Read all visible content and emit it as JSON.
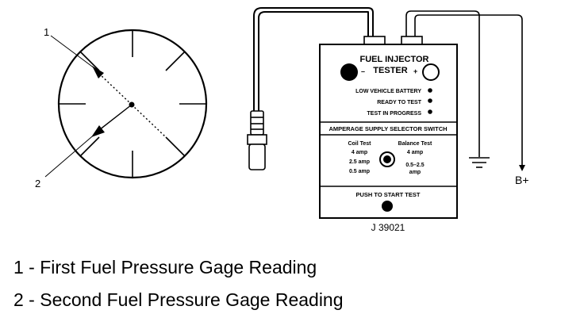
{
  "callouts": {
    "one": "1",
    "two": "2"
  },
  "tester": {
    "title_line1": "FUEL INJECTOR",
    "title_line2": "TESTER",
    "minus": "–",
    "plus": "+",
    "status_items": [
      "LOW VEHICLE BATTERY",
      "READY TO TEST",
      "TEST IN PROGRESS"
    ],
    "selector_header": "AMPERAGE SUPPLY SELECTOR SWITCH",
    "coil_test": {
      "label": "Coil Test",
      "values": [
        "4 amp",
        "2.5 amp",
        "0.5 amp"
      ]
    },
    "balance_test": {
      "label": "Balance Test",
      "values": [
        "4 amp",
        "0.5–2.5",
        "amp"
      ]
    },
    "push_label": "PUSH TO START TEST",
    "part_number": "J 39021"
  },
  "battery_label": "B+",
  "legend": [
    "1 - First Fuel Pressure Gage Reading",
    "2 - Second Fuel Pressure Gage Reading"
  ]
}
